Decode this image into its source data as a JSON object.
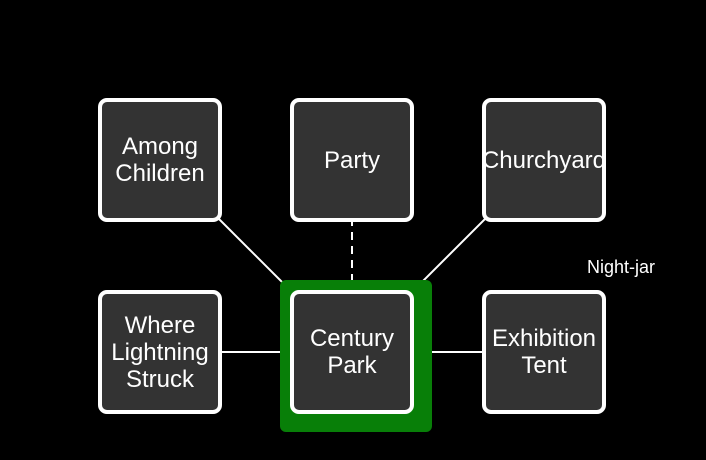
{
  "map": {
    "current_highlight_color": "#087f08",
    "rooms": [
      {
        "id": "among-children",
        "label": "Among\nChildren"
      },
      {
        "id": "party",
        "label": "Party"
      },
      {
        "id": "churchyard",
        "label": "Churchyard"
      },
      {
        "id": "where-lightning-struck",
        "label": "Where\nLightning\nStruck"
      },
      {
        "id": "century-park",
        "label": "Century\nPark",
        "current": true
      },
      {
        "id": "exhibition-tent",
        "label": "Exhibition\nTent"
      }
    ],
    "unexplored_exit_label": "Night-jar",
    "connections": [
      {
        "from": "century-park",
        "to": "among-children",
        "style": "solid"
      },
      {
        "from": "century-park",
        "to": "party",
        "style": "dashed"
      },
      {
        "from": "century-park",
        "to": "churchyard",
        "style": "solid"
      },
      {
        "from": "century-park",
        "to": "where-lightning-struck",
        "style": "solid"
      },
      {
        "from": "century-park",
        "to": "exhibition-tent",
        "style": "solid"
      }
    ]
  }
}
